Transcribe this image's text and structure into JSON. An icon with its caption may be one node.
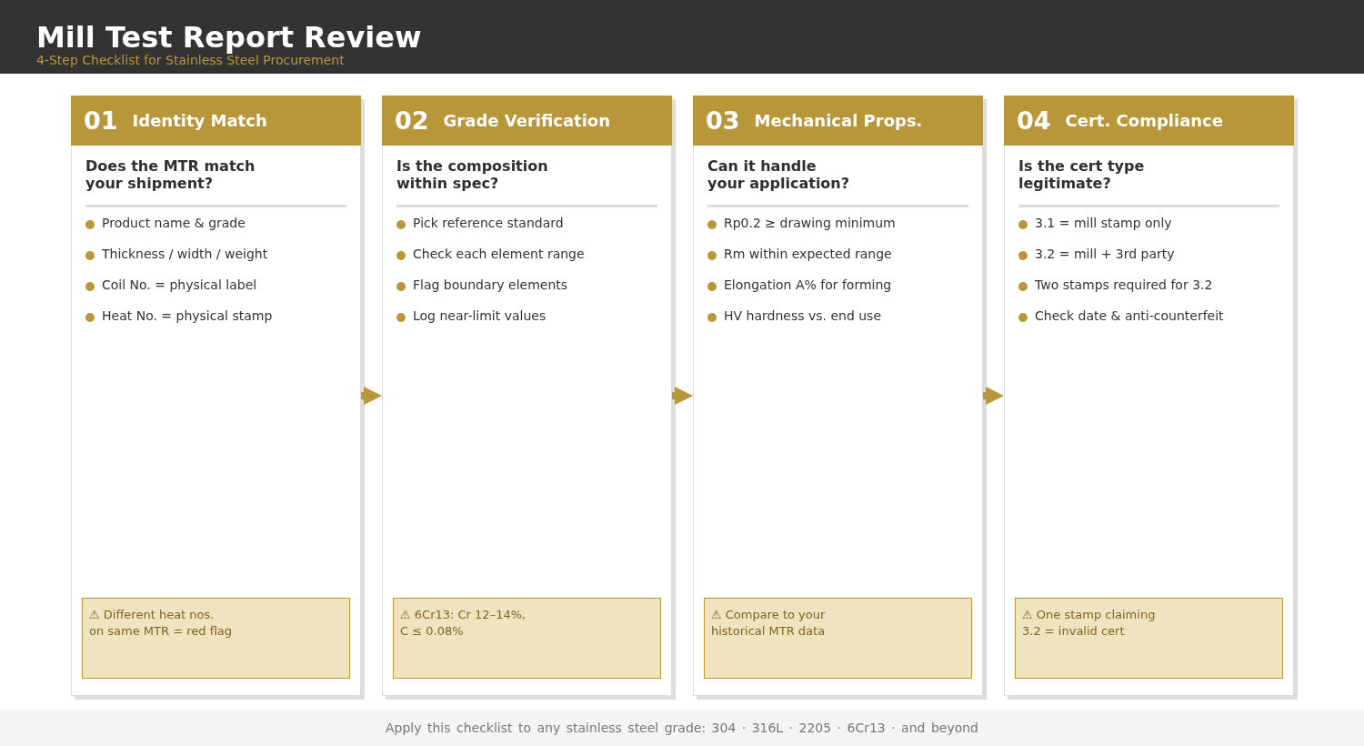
{
  "diagram": {
    "title": "Mill Test Report Review",
    "caption": "Apply this checklist to any stainless steel grade: 304 · 316L · 2205 · 6Cr13 · and beyond",
    "nodes": [
      {
        "text": [
          "01",
          "Identity Match",
          "Does the MTR match your shipment?",
          "Product name & grade",
          "Thickness / width / weight",
          "Coil No. = physical label",
          "Heat No. = physical stamp"
        ]
      },
      {
        "text": [
          "⚠ Different heat nos. on same MTR = red flag"
        ],
        "in": 0
      },
      {
        "text": [
          "02",
          "Grade Verification",
          "Is the composition within spec?",
          "Pick reference standard",
          "Check each element range",
          "Flag boundary elements",
          "Log near-limit values"
        ]
      },
      {
        "text": [
          "⚠ 6Cr13: Cr 12–14%, C ≤ 0.08%"
        ],
        "in": 2
      },
      {
        "text": [
          "03",
          "Mechanical Props.",
          "Can it handle your application?",
          "Rp0.2 ≥ drawing minimum",
          "Rm within expected range",
          "Elongation A% for forming",
          "HV hardness vs. end use"
        ]
      },
      {
        "text": [
          "⚠ Compare to your historical MTR data"
        ],
        "in": 4
      },
      {
        "text": [
          "04",
          "Cert. Compliance",
          "Is the cert type legitimate?",
          "3.1 = mill stamp only",
          "3.2 = mill + 3rd party",
          "Two stamps required for 3.2",
          "Check date & anti-counterfeit"
        ]
      },
      {
        "text": [
          "⚠ One stamp claiming 3.2 = invalid cert"
        ],
        "in": 6
      }
    ],
    "edges": [
      {
        "from": 0,
        "to": 2,
        "arrow": "to"
      },
      {
        "from": 2,
        "to": 4,
        "arrow": "to"
      },
      {
        "from": 4,
        "to": 6,
        "arrow": "to"
      }
    ],
    "labels": [
      "4-Step Checklist for Stainless Steel Procurement"
    ]
  }
}
